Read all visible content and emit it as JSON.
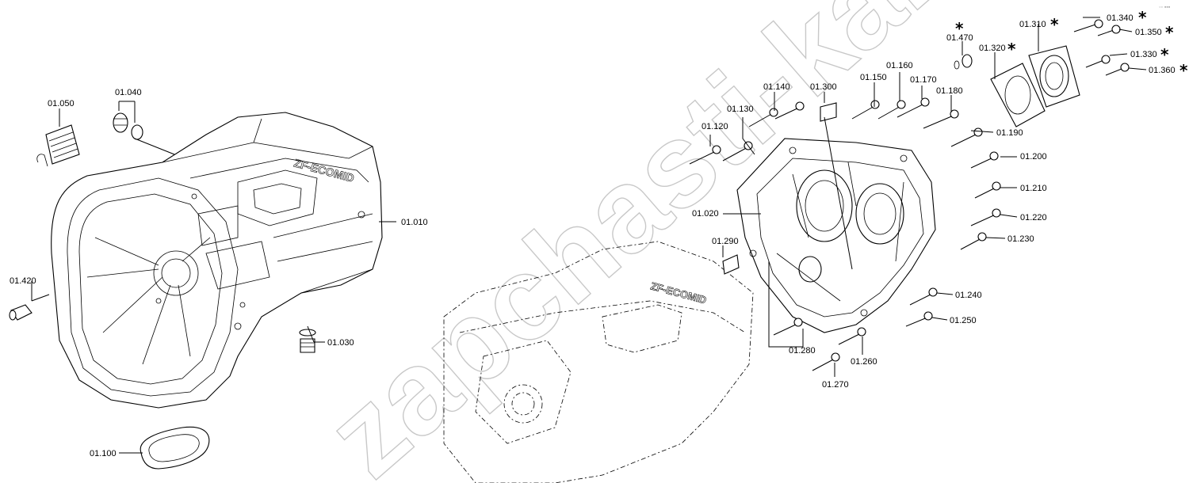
{
  "watermark": "zapchasti-kam.ru",
  "corner_mark": "◦◦ ▪▪▪",
  "star_symbol": "*",
  "parts": [
    "01.010",
    "01.020",
    "01.030",
    "01.040",
    "01.050",
    "01.100",
    "01.120",
    "01.130",
    "01.140",
    "01.150",
    "01.160",
    "01.170",
    "01.180",
    "01.190",
    "01.200",
    "01.210",
    "01.220",
    "01.230",
    "01.240",
    "01.250",
    "01.260",
    "01.270",
    "01.280",
    "01.290",
    "01.300",
    "01.310",
    "01.320",
    "01.330",
    "01.340",
    "01.350",
    "01.360",
    "01.420",
    "01.470"
  ]
}
